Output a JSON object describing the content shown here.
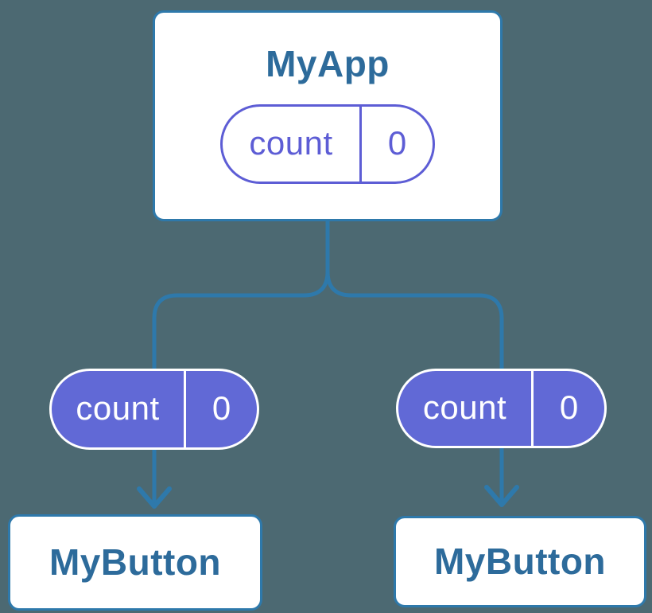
{
  "colors": {
    "background": "#4c6972",
    "connector": "#2e79ab",
    "node_border": "#2e79ab",
    "node_fill": "#ffffff",
    "node_text": "#2d6b9b",
    "pill_outline": "#5d5dd5",
    "pill_fill": "#6169d6",
    "pill_text_on_fill": "#ffffff"
  },
  "diagram": {
    "type": "component-tree",
    "root": {
      "label": "MyApp",
      "state_pill": {
        "name": "count",
        "value": "0",
        "style": "outlined"
      }
    },
    "children": [
      {
        "label": "MyButton",
        "prop_pill": {
          "name": "count",
          "value": "0",
          "style": "filled"
        }
      },
      {
        "label": "MyButton",
        "prop_pill": {
          "name": "count",
          "value": "0",
          "style": "filled"
        }
      }
    ]
  }
}
